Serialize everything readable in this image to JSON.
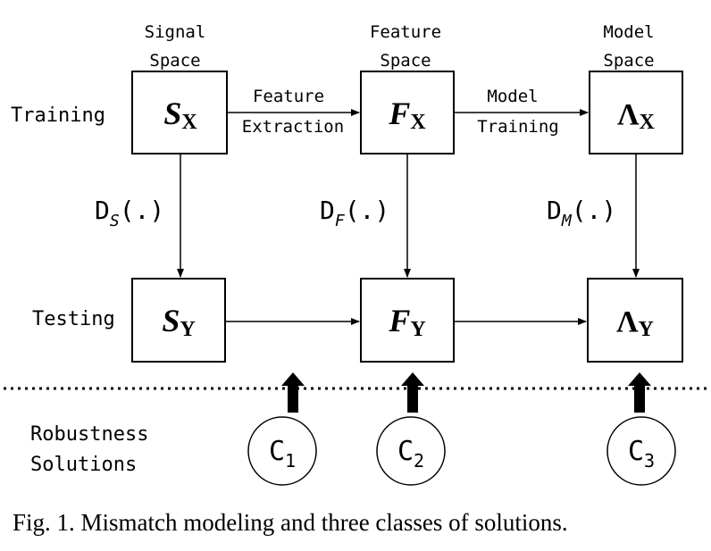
{
  "columns": {
    "signal": {
      "header_line1": "Signal",
      "header_line2": "Space"
    },
    "feature": {
      "header_line1": "Feature",
      "header_line2": "Space"
    },
    "model": {
      "header_line1": "Model",
      "header_line2": "Space"
    }
  },
  "rows": {
    "training": "Training",
    "testing": "Testing",
    "robustness_line1": "Robustness",
    "robustness_line2": "Solutions"
  },
  "boxes": {
    "sx": {
      "main": "S",
      "sub": "X"
    },
    "fx": {
      "main": "F",
      "sub": "X"
    },
    "lx": {
      "main": "Λ",
      "sub": "X"
    },
    "sy": {
      "main": "S",
      "sub": "Y"
    },
    "fy": {
      "main": "F",
      "sub": "Y"
    },
    "ly": {
      "main": "Λ",
      "sub": "Y"
    }
  },
  "edges": {
    "feature_extraction_line1": "Feature",
    "feature_extraction_line2": "Extraction",
    "model_training_line1": "Model",
    "model_training_line2": "Training"
  },
  "distortions": {
    "ds": {
      "prefix": "D",
      "sub": "S",
      "suffix": "(.)"
    },
    "df": {
      "prefix": "D",
      "sub": "F",
      "suffix": "(.)"
    },
    "dm": {
      "prefix": "D",
      "sub": "M",
      "suffix": "(.)"
    }
  },
  "solutions": {
    "c1": {
      "main": "C",
      "sub": "1"
    },
    "c2": {
      "main": "C",
      "sub": "2"
    },
    "c3": {
      "main": "C",
      "sub": "3"
    }
  },
  "caption": "Fig. 1. Mismatch modeling and three classes of solutions."
}
